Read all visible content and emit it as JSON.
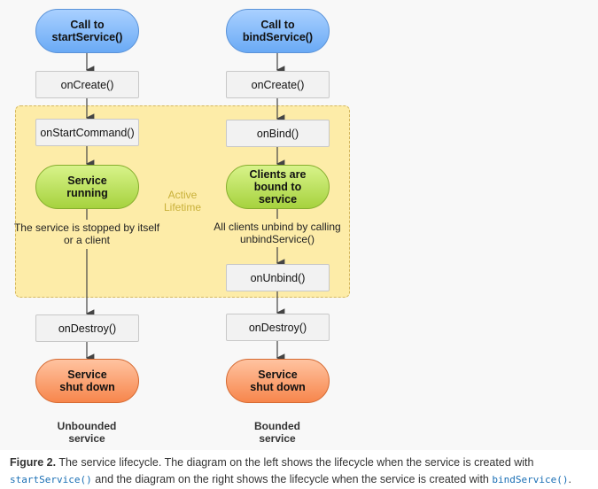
{
  "left": {
    "start": "Call to\nstartService()",
    "oncreate": "onCreate()",
    "onstart": "onStartCommand()",
    "running": "Service\nrunning",
    "note": "The service is stopped by itself or a client",
    "ondestroy": "onDestroy()",
    "shutdown": "Service\nshut down",
    "label": "Unbounded\nservice"
  },
  "right": {
    "start": "Call to\nbindService()",
    "oncreate": "onCreate()",
    "onbind": "onBind()",
    "bound": "Clients are\nbound to\nservice",
    "note": "All clients unbind by calling unbindService()",
    "onunbind": "onUnbind()",
    "ondestroy": "onDestroy()",
    "shutdown": "Service\nshut down",
    "label": "Bounded\nservice"
  },
  "active_label": "Active\nLifetime",
  "caption": {
    "bold": "Figure 2.",
    "text1": " The service lifecycle. The diagram on the left shows the lifecycle when the service is created with ",
    "code1": "startService()",
    "text2": " and the diagram on the right shows the lifecycle when the service is created with ",
    "code2": "bindService()",
    "text3": "."
  },
  "colors": {
    "start": "#7fb6f7",
    "running": "#bfe364",
    "shutdown": "#fb9c6a",
    "active": "#fdeca8"
  }
}
